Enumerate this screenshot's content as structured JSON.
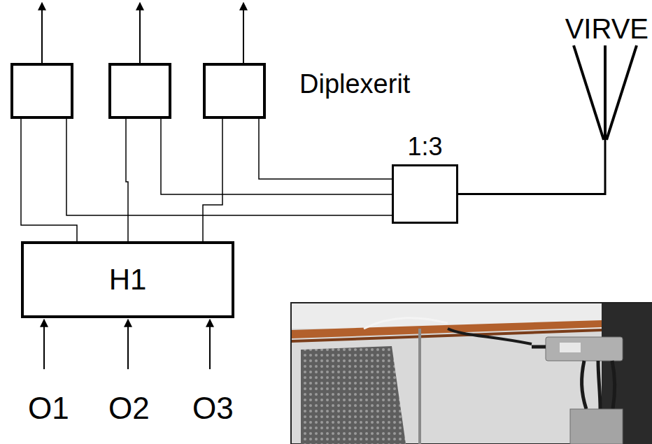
{
  "diagram": {
    "nodes": [
      {
        "text": []
      },
      {
        "text": []
      },
      {
        "text": []
      },
      {
        "text": [
          "1:3"
        ]
      },
      {
        "text": [
          "VIRVE"
        ]
      },
      {
        "text": [
          "H1"
        ]
      }
    ],
    "edges": [
      {
        "from": 0,
        "to": 5,
        "arrow": "none"
      },
      {
        "from": 0,
        "to": 3,
        "arrow": "none"
      },
      {
        "from": 1,
        "to": 5,
        "arrow": "none"
      },
      {
        "from": 1,
        "to": 3,
        "arrow": "none"
      },
      {
        "from": 2,
        "to": 5,
        "arrow": "none"
      },
      {
        "from": 2,
        "to": 3,
        "arrow": "none"
      },
      {
        "from": 3,
        "to": 4,
        "arrow": "none"
      }
    ],
    "labels": [
      "Diplexerit",
      "O1",
      "O2",
      "O3"
    ]
  }
}
